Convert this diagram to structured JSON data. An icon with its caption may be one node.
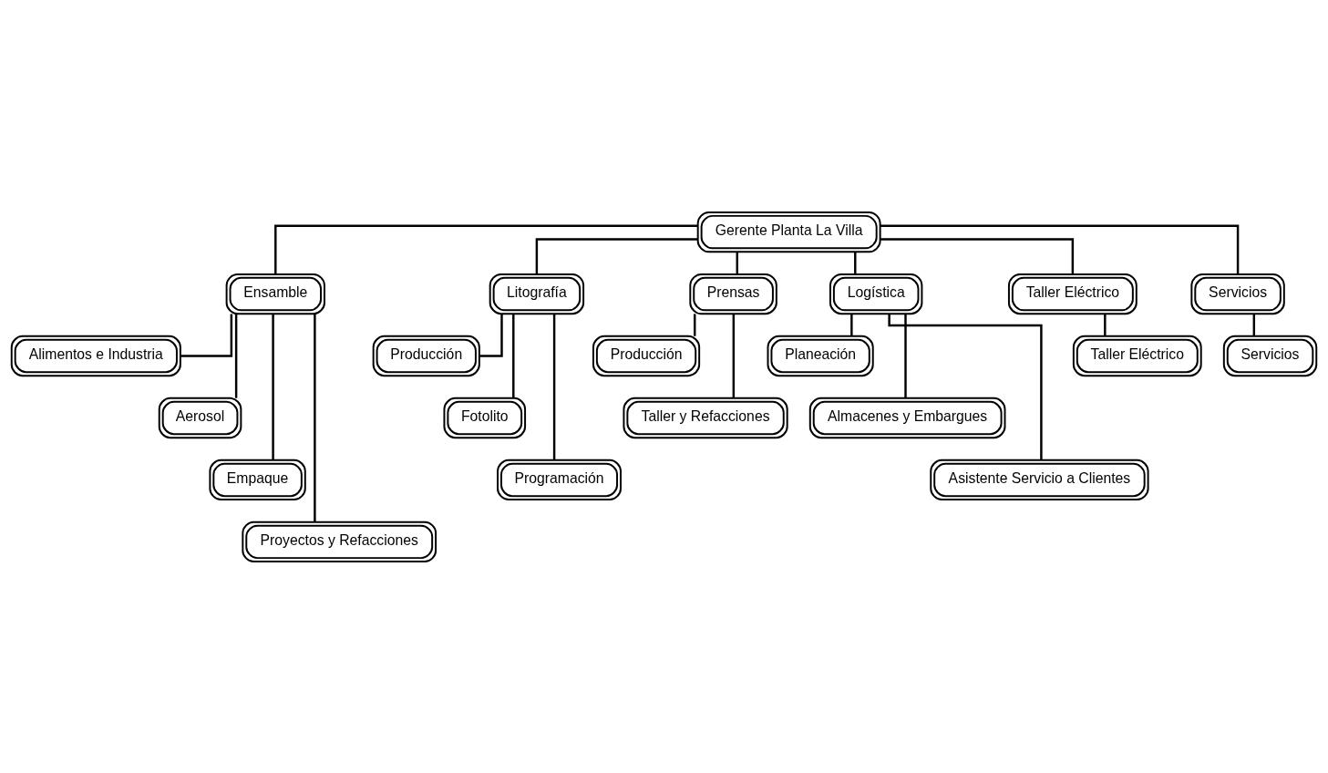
{
  "diagram": {
    "nodes": [
      {
        "text": [
          "Gerente Planta La Villa"
        ]
      },
      {
        "text": [
          "Ensamble"
        ]
      },
      {
        "text": [
          "Litografía"
        ]
      },
      {
        "text": [
          "Prensas"
        ]
      },
      {
        "text": [
          "Logística"
        ]
      },
      {
        "text": [
          "Taller Eléctrico"
        ]
      },
      {
        "text": [
          "Servicios"
        ]
      },
      {
        "text": [
          "Alimentos e Industria"
        ]
      },
      {
        "text": [
          "Aerosol"
        ]
      },
      {
        "text": [
          "Empaque"
        ]
      },
      {
        "text": [
          "Proyectos y Refacciones"
        ]
      },
      {
        "text": [
          "Producción"
        ]
      },
      {
        "text": [
          "Fotolito"
        ]
      },
      {
        "text": [
          "Programación"
        ]
      },
      {
        "text": [
          "Producción"
        ]
      },
      {
        "text": [
          "Taller y Refacciones"
        ]
      },
      {
        "text": [
          "Planeación"
        ]
      },
      {
        "text": [
          "Almacenes y Embargues"
        ]
      },
      {
        "text": [
          "Asistente Servicio a Clientes"
        ]
      },
      {
        "text": [
          "Taller Eléctrico"
        ]
      },
      {
        "text": [
          "Servicios"
        ]
      }
    ],
    "edges": [
      {
        "from": 0,
        "to": 1,
        "arrow": "none"
      },
      {
        "from": 0,
        "to": 2,
        "arrow": "none"
      },
      {
        "from": 0,
        "to": 3,
        "arrow": "none"
      },
      {
        "from": 0,
        "to": 4,
        "arrow": "none"
      },
      {
        "from": 0,
        "to": 5,
        "arrow": "none"
      },
      {
        "from": 0,
        "to": 6,
        "arrow": "none"
      },
      {
        "from": 1,
        "to": 7,
        "arrow": "none"
      },
      {
        "from": 1,
        "to": 8,
        "arrow": "none"
      },
      {
        "from": 1,
        "to": 9,
        "arrow": "none"
      },
      {
        "from": 1,
        "to": 10,
        "arrow": "none"
      },
      {
        "from": 2,
        "to": 11,
        "arrow": "none"
      },
      {
        "from": 2,
        "to": 12,
        "arrow": "none"
      },
      {
        "from": 2,
        "to": 13,
        "arrow": "none"
      },
      {
        "from": 3,
        "to": 14,
        "arrow": "none"
      },
      {
        "from": 3,
        "to": 15,
        "arrow": "none"
      },
      {
        "from": 4,
        "to": 16,
        "arrow": "none"
      },
      {
        "from": 4,
        "to": 17,
        "arrow": "none"
      },
      {
        "from": 4,
        "to": 18,
        "arrow": "none"
      },
      {
        "from": 5,
        "to": 19,
        "arrow": "none"
      },
      {
        "from": 6,
        "to": 20,
        "arrow": "none"
      }
    ]
  }
}
